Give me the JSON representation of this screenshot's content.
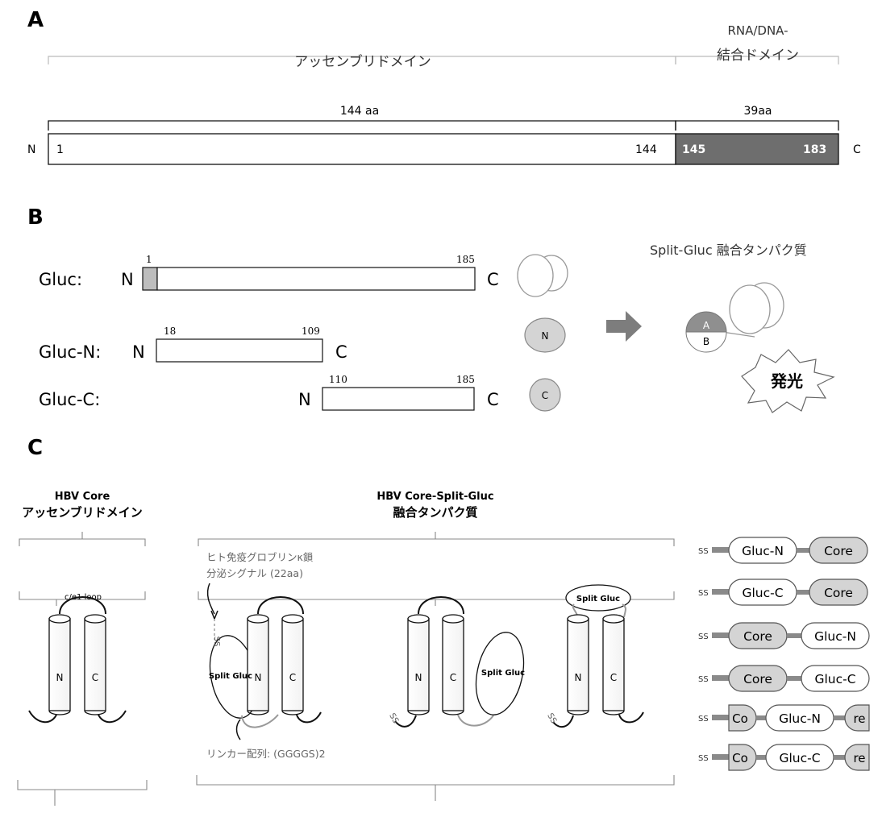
{
  "panel_a": {
    "letter": "A",
    "assembly_domain": "アッセンブリドメイン",
    "binding_domain_line1": "RNA/DNA-",
    "binding_domain_line2": "結合ドメイン",
    "len_assembly": "144 aa",
    "len_binding": "39aa",
    "n": "N",
    "c": "C",
    "start": "1",
    "end_assembly": "144",
    "start_binding": "145",
    "end_binding": "183"
  },
  "panel_b": {
    "letter": "B",
    "rows": [
      {
        "name": "Gluc:",
        "n": "N",
        "c": "C",
        "start": "1",
        "end": "185"
      },
      {
        "name": "Gluc-N:",
        "n": "N",
        "c": "C",
        "start": "18",
        "end": "109",
        "disc": "N"
      },
      {
        "name": "Gluc-C:",
        "n": "N",
        "c": "C",
        "start": "110",
        "end": "185",
        "disc": "C"
      }
    ],
    "fusion_title": "Split-Gluc 融合タンパク質",
    "fusion_a": "A",
    "fusion_b": "B",
    "luminescence": "発光"
  },
  "panel_c": {
    "letter": "C",
    "left_title1": "HBV Core",
    "left_title2": "アッセンブリドメイン",
    "loop": "c/e1 loop",
    "helix_n": "N",
    "helix_c": "C",
    "mid_title1": "HBV Core-Split-Gluc",
    "mid_title2": "融合タンパク質",
    "signal1": "ヒト免疫グロブリンκ鎖",
    "signal2": "分泌シグナル (22aa)",
    "split_gluc": "Split Gluc",
    "ss": "SS",
    "linker": "リンカー配列: (GGGGS)2",
    "constructs": [
      [
        "Gluc-N",
        "Core"
      ],
      [
        "Gluc-C",
        "Core"
      ],
      [
        "Core",
        "Gluc-N"
      ],
      [
        "Core",
        "Gluc-C"
      ],
      [
        "Co",
        "Gluc-N",
        "re"
      ],
      [
        "Co",
        "Gluc-C",
        "re"
      ]
    ]
  },
  "colors": {
    "binding_domain": "#6e6e6e",
    "grey_fill": "#d4d4d4",
    "line": "#111111",
    "light_line": "#aaaaaa"
  }
}
